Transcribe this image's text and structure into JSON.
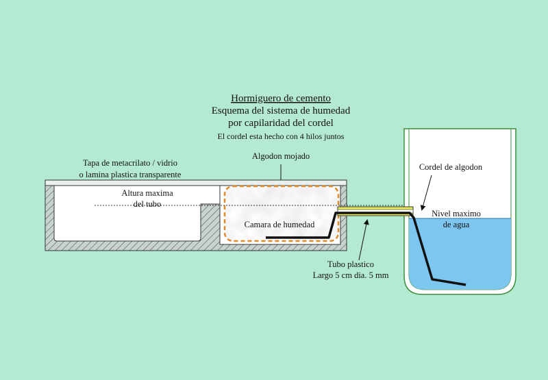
{
  "colors": {
    "background": "#b5ead2",
    "wall": "#c7d3ce",
    "hatch": "#555555",
    "water": "#7cc6ef",
    "tube_fill": "#eaea55",
    "cotton_border": "#e08a2a",
    "cord": "#111111",
    "jar": "#ffffff",
    "jar_outline": "#3b8f3b"
  },
  "title": {
    "line1": "Hormiguero de cemento",
    "line2": "Esquema del sistema de humedad",
    "line3": "por capilaridad del cordel",
    "line4": "El cordel esta hecho con 4 hilos juntos"
  },
  "labels": {
    "lid_line1": "Tapa de metacrilato / vidrio",
    "lid_line2": "o lamina plastica transparente",
    "cotton": "Algodon mojado",
    "max_height_line1": "Altura maxima",
    "max_height_line2": "del tubo",
    "chamber": "Camara de humedad",
    "cord": "Cordel de algodon",
    "water_level_line1": "Nivel maximo",
    "water_level_line2": "de agua",
    "tube_line1": "Tubo plastico",
    "tube_line2": "Largo 5 cm dia. 5 mm"
  },
  "icons": [
    "cotton-texture",
    "hatch-pattern",
    "arrow-pointer"
  ]
}
